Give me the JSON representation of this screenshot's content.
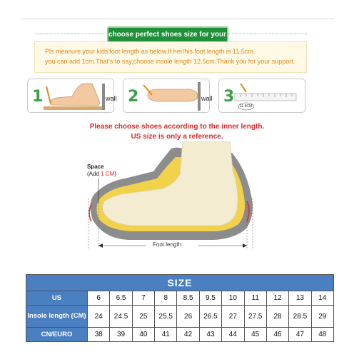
{
  "banner": {
    "text": "choose perfect shoes size for your children"
  },
  "note": {
    "line1": "Pls measure your kids'foot length as below.If her/his foot length is 11.5cm,",
    "line2": "you can add 1cm.That's to say,choose insole length 12.5cm.Thank you for your support."
  },
  "steps": [
    {
      "number": "1",
      "label": "wall"
    },
    {
      "number": "2",
      "label": "wall"
    },
    {
      "number": "3",
      "label": "11.5CM"
    }
  ],
  "instructions": {
    "line1": "Please choose shoes according to the inner length.",
    "line2": "US size is only a reference."
  },
  "diagram": {
    "space_title": "Space",
    "space_prefix": "(Add ",
    "space_value": "1 CM",
    "space_suffix": ")",
    "foot_length_label": "Foot length"
  },
  "size_table": {
    "title": "SIZE",
    "rows": [
      {
        "label": "US",
        "values": [
          "6",
          "6.5",
          "7",
          "8",
          "8.5",
          "9.5",
          "10",
          "11",
          "12",
          "13",
          "14"
        ]
      },
      {
        "label": "Insole length (CM)",
        "values": [
          "24",
          "24.5",
          "25",
          "25.5",
          "26",
          "26.5",
          "27",
          "27.5",
          "28",
          "28.5",
          "29"
        ]
      },
      {
        "label": "CN/EURO",
        "values": [
          "38",
          "39",
          "40",
          "41",
          "42",
          "43",
          "44",
          "45",
          "46",
          "47",
          "48"
        ]
      }
    ]
  },
  "colors": {
    "banner_green": "#1f8f3a",
    "note_text_orange": "#e08a1e",
    "instruction_red": "#d82a2a",
    "table_header_blue": "#4a7fc1"
  }
}
